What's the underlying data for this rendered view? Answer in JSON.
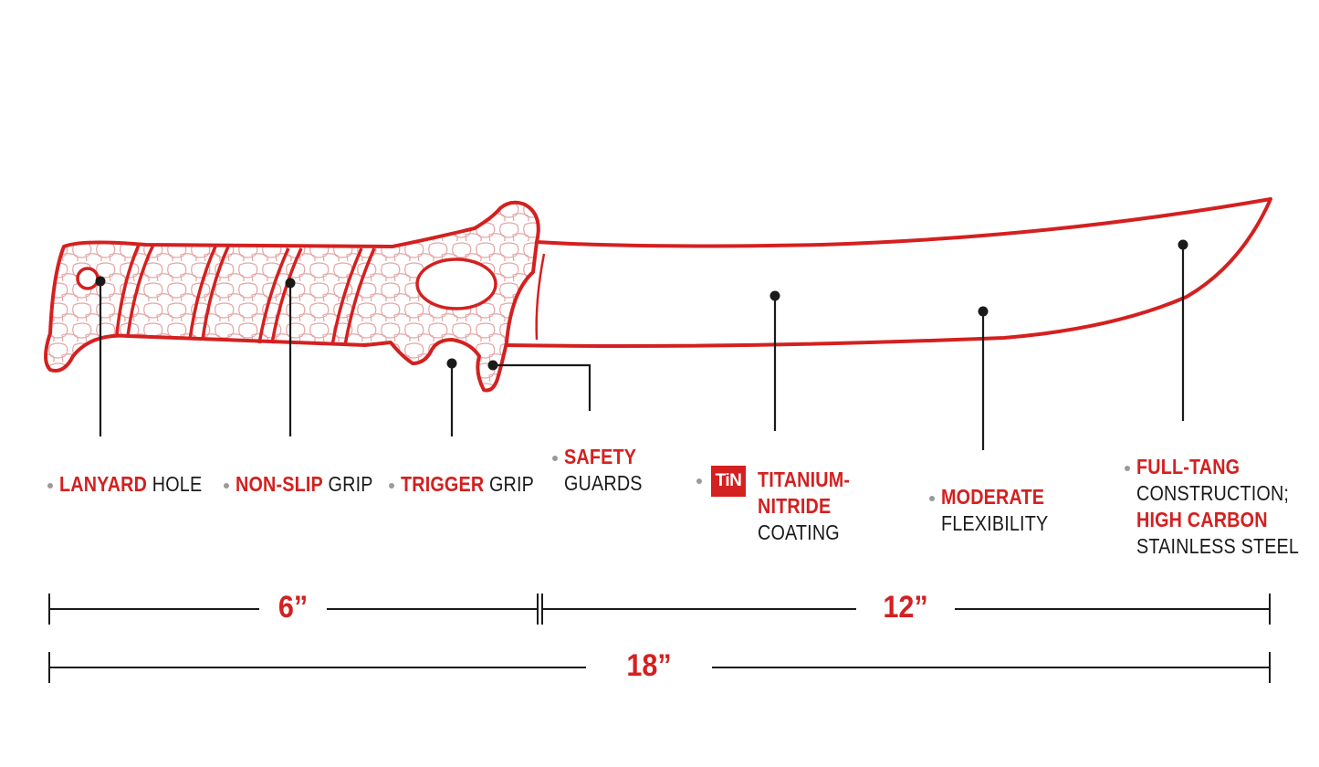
{
  "colors": {
    "accent": "#d42020",
    "text": "#1a1a1a",
    "line": "#1a1a1a",
    "bullet": "#9a9a9a"
  },
  "callouts": {
    "lanyard": {
      "accent": "LANYARD",
      "rest": "HOLE"
    },
    "nonslip": {
      "accent": "NON-SLIP",
      "rest": "GRIP"
    },
    "trigger": {
      "accent": "TRIGGER",
      "rest": "GRIP"
    },
    "safety": {
      "accent": "SAFETY",
      "rest": "GUARDS"
    },
    "titanium": {
      "badge": "TiN",
      "accent_line1": "TITANIUM-",
      "accent_line2": "NITRIDE",
      "rest": "COATING"
    },
    "moderate": {
      "accent": "MODERATE",
      "rest": "FLEXIBILITY"
    },
    "fulltang": {
      "accent_line1": "FULL-TANG",
      "rest_line1": "CONSTRUCTION;",
      "accent_line2": "HIGH CARBON",
      "rest_line2": "STAINLESS STEEL"
    }
  },
  "dimensions": {
    "handle": "6”",
    "blade": "12”",
    "total": "18”"
  }
}
